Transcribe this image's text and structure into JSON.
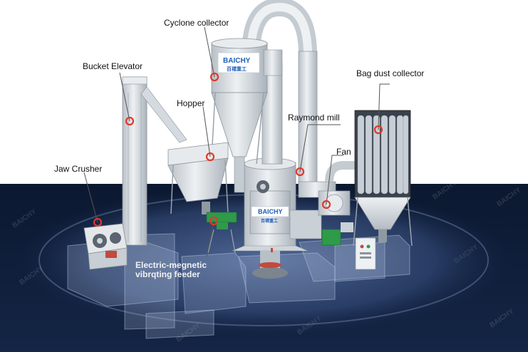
{
  "labels": {
    "cyclone_collector": "Cyclone collector",
    "bucket_elevator": "Bucket Elevator",
    "hopper": "Hopper",
    "raymond_mill": "Raymond mill",
    "bag_dust_collector": "Bag dust collector",
    "fan": "Fan",
    "jaw_crusher": "Jaw Crusher",
    "feeder_line1": "Electric-megnetic",
    "feeder_line2": "vibrqting feeder"
  },
  "branding": {
    "logo_text": "BAICHY",
    "logo_subtext": "百褶重工",
    "watermark": "BAICHY"
  },
  "colors": {
    "floor": "#0d1b33",
    "marker": "#e0392b",
    "machine": "#d8dde2",
    "leader": "#555555"
  }
}
